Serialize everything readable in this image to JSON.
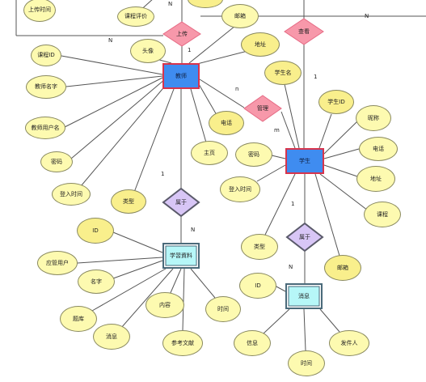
{
  "attributes": {
    "upload_time": "上传时间",
    "course_eval": "课程评价",
    "course_id": "课程ID",
    "teacher_name": "教师名字",
    "teacher_user": "教师用户名",
    "password_t": "密码",
    "login_time_t": "登入时间",
    "category_t": "类型",
    "avatar": "头像",
    "email_t": "邮箱",
    "address_t": "地址",
    "phone_t": "电话",
    "homepage": "主页",
    "student_name": "学生名",
    "student_id": "学生ID",
    "password_s": "密码",
    "login_time_s": "登入时间",
    "nickname": "昵称",
    "phone_s": "电话",
    "address_s": "地址",
    "course_s": "课程",
    "category_s": "类型",
    "email_s": "邮箱",
    "id_c": "ID",
    "admin_user": "应管用户",
    "name_c": "名字",
    "title_c": "题库",
    "news_c": "消息",
    "content_c": "内容",
    "time_c": "时间",
    "reference": "参考文献",
    "id_m": "ID",
    "info_m": "信息",
    "time_m": "时间",
    "sender": "发件人"
  },
  "entities": {
    "teacher": "教师",
    "student": "学生",
    "materials": "学習資料",
    "message": "消息"
  },
  "relationships": {
    "upload": "上传",
    "watch": "查看",
    "manage": "管理",
    "belong_t": "属于",
    "belong_s": "属于"
  },
  "cardinalities": {
    "c1": "N",
    "c2": "N",
    "c3": "1",
    "c4": "N",
    "c5": "n",
    "c6": "m",
    "c7": "1",
    "c8": "1",
    "c9": "N",
    "c10": "1",
    "c11": "N"
  },
  "colors": {
    "entity_fill": "#3f8cf0",
    "entity_border": "#d8344c",
    "weak_entity_fill": "#b6f7f8",
    "attribute_fill": "#fdfab0",
    "relationship_pink": "#f798aa",
    "relationship_purple": "#d8c6f6"
  }
}
